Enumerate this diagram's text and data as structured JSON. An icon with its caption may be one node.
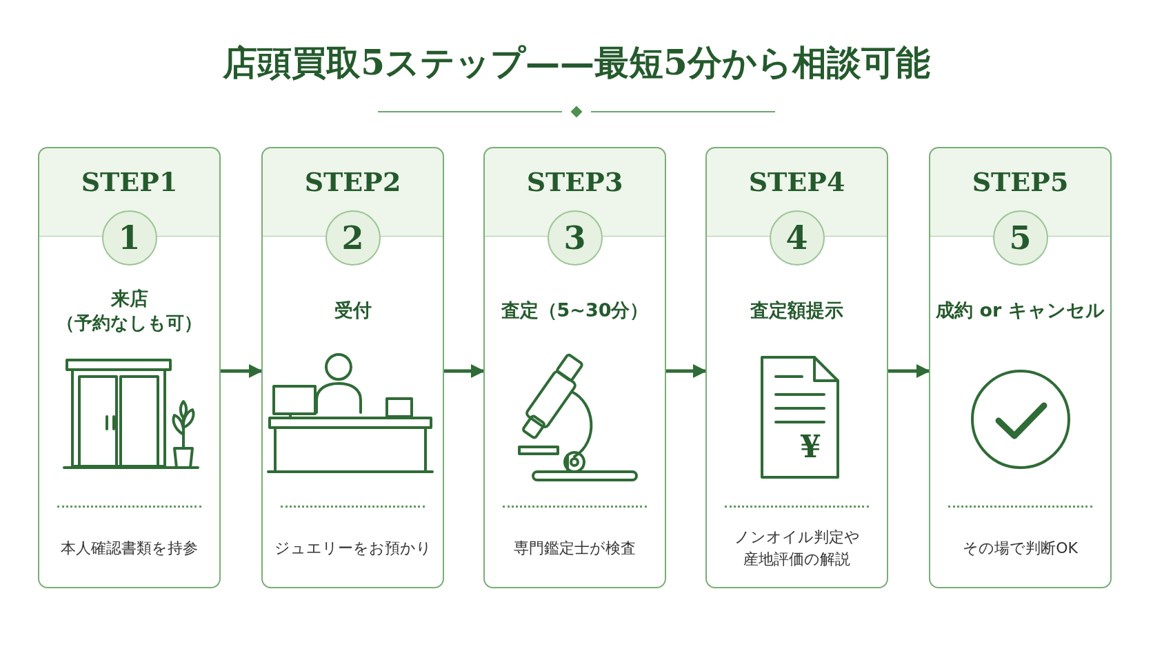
{
  "diagram": {
    "title": "店頭買取5ステップ——最短5分から相談可能",
    "nodes": [
      {
        "text": [
          "STEP1",
          "1",
          "来店",
          "（予約なしも可）",
          "本人確認書類を持参"
        ]
      },
      {
        "text": [
          "STEP2",
          "2",
          "受付",
          "ジュエリーをお預かり"
        ]
      },
      {
        "text": [
          "STEP3",
          "3",
          "査定（5~30分）",
          "専門鑑定士が検査"
        ]
      },
      {
        "text": [
          "STEP4",
          "4",
          "査定額提示",
          "ノンオイル判定や産地評価の解説"
        ]
      },
      {
        "text": [
          "STEP5",
          "5",
          "成約 or キャンセル",
          "その場で判断OK"
        ]
      }
    ],
    "edges": [
      {
        "from": 0,
        "to": 1,
        "arrow": "to"
      },
      {
        "from": 1,
        "to": 2,
        "arrow": "to"
      },
      {
        "from": 2,
        "to": 3,
        "arrow": "to"
      },
      {
        "from": 3,
        "to": 4,
        "arrow": "to"
      }
    ],
    "labels": [
      "¥"
    ]
  }
}
